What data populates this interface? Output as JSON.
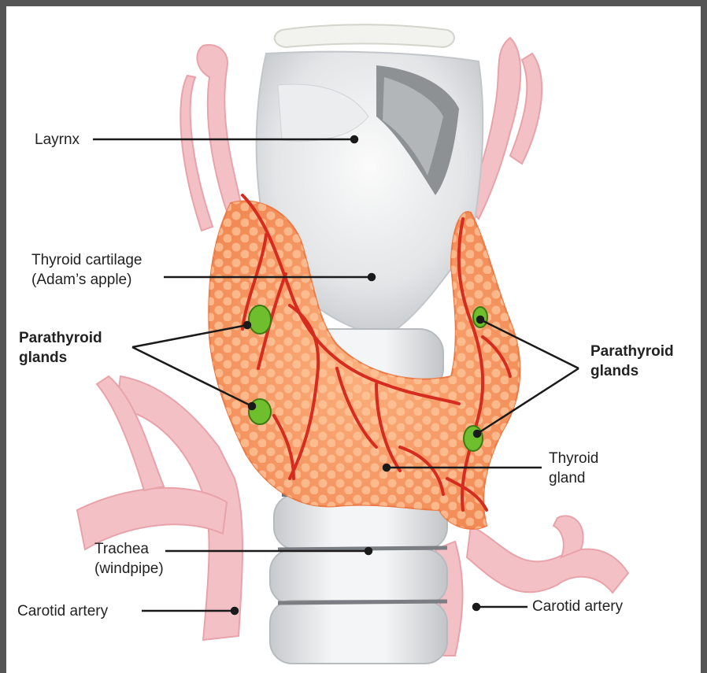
{
  "labels": {
    "larynx": "Layrnx",
    "thyroid_cartilage": [
      "Thyroid cartilage",
      "(Adam’s apple)"
    ],
    "parathyroid_left": [
      "Parathyroid",
      "glands"
    ],
    "parathyroid_right": [
      "Parathyroid",
      "glands"
    ],
    "thyroid_gland": [
      "Thyroid",
      "gland"
    ],
    "trachea": [
      "Trachea",
      "(windpipe)"
    ],
    "carotid_left": "Carotid artery",
    "carotid_right": "Carotid artery"
  },
  "colors": {
    "frame": "#555555",
    "artery": "#f2b8bd",
    "artery_dark": "#e79aa2",
    "thyroid": "#f7a36f",
    "thyroid_nodule": "#ffd2a6",
    "vessel": "#d82a1e",
    "parathyroid": "#6fbe2e",
    "cartilage": "#e6e8ea",
    "cartilage_shade": "#b9bcbf",
    "leader": "#1a1a1a"
  }
}
